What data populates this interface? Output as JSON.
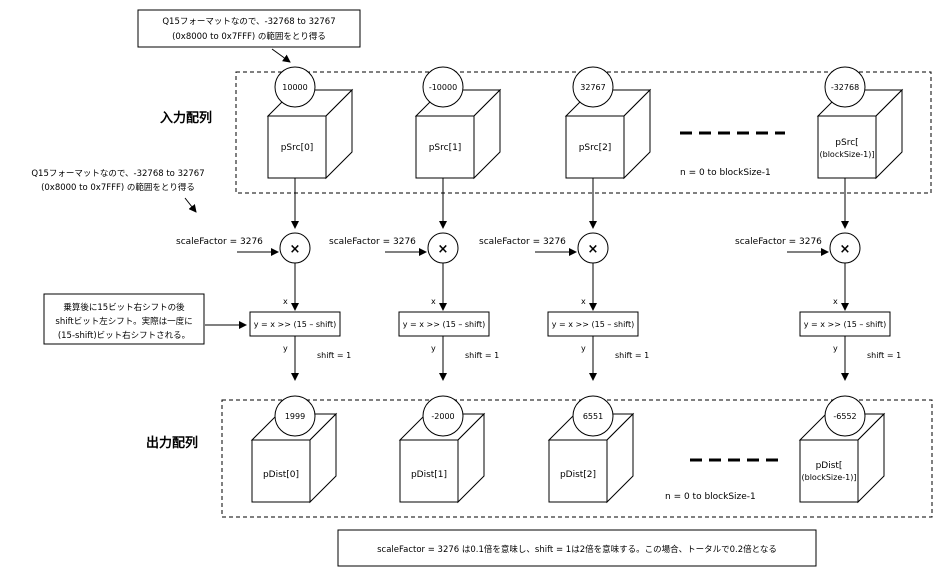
{
  "notes": {
    "range_line1": "Q15フォーマットなので、-32768 to 32767",
    "range_line2": "(0x8000 to 0x7FFF) の範囲をとり得る",
    "shift_line1": "乗算後に15ビット右シフトの後",
    "shift_line2": "shiftビット左シフト。実際は一度に",
    "shift_line3": "(15-shift)ビット右シフトされる。",
    "summary": "scaleFactor = 3276 は0.1倍を意味し、shift = 1は2倍を意味する。この場合、トータルで0.2倍となる"
  },
  "input_title": "入力配列",
  "output_title": "出力配列",
  "input_range": "n = 0 to blockSize-1",
  "output_range": "n = 0 to blockSize-1",
  "columns": [
    {
      "src_value": "10000",
      "src_label": "pSrc[0]",
      "src_label2": "",
      "scale": "scaleFactor = 3276",
      "in_var": "x",
      "formula": "y = x >> (15 – shift)",
      "out_var": "y",
      "shift": "shift = 1",
      "dst_value": "1999",
      "dst_label": "pDist[0]",
      "dst_label2": ""
    },
    {
      "src_value": "-10000",
      "src_label": "pSrc[1]",
      "src_label2": "",
      "scale": "scaleFactor = 3276",
      "in_var": "x",
      "formula": "y = x >> (15 – shift)",
      "out_var": "y",
      "shift": "shift = 1",
      "dst_value": "-2000",
      "dst_label": "pDist[1]",
      "dst_label2": ""
    },
    {
      "src_value": "32767",
      "src_label": "pSrc[2]",
      "src_label2": "",
      "scale": "scaleFactor = 3276",
      "in_var": "x",
      "formula": "y = x >> (15 – shift)",
      "out_var": "y",
      "shift": "shift = 1",
      "dst_value": "6551",
      "dst_label": "pDist[2]",
      "dst_label2": ""
    },
    {
      "src_value": "-32768",
      "src_label": "pSrc[",
      "src_label2": "(blockSize-1)]",
      "scale": "scaleFactor = 3276",
      "in_var": "x",
      "formula": "y = x >> (15 – shift)",
      "out_var": "y",
      "shift": "shift = 1",
      "dst_value": "-6552",
      "dst_label": "pDist[",
      "dst_label2": "(blockSize-1)]"
    }
  ],
  "multiply_symbol": "×"
}
